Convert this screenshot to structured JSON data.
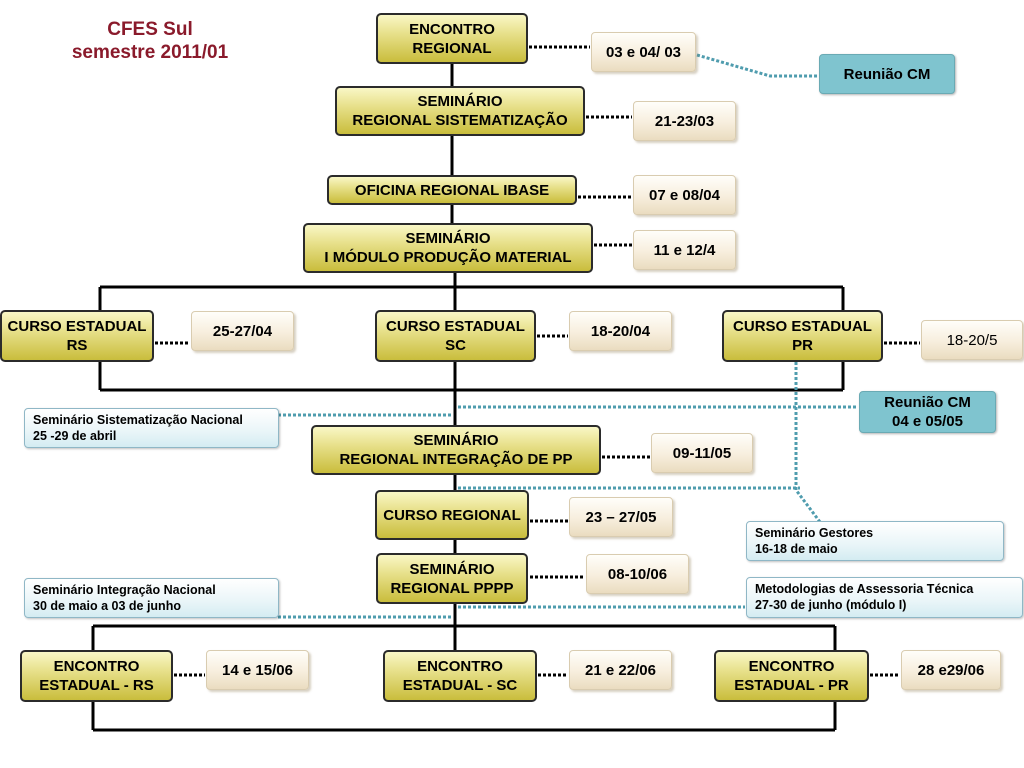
{
  "title": {
    "line1": "CFES Sul",
    "line2": "semestre 2011/01"
  },
  "steps": {
    "encontro_regional": [
      "ENCONTRO",
      "REGIONAL"
    ],
    "seminario_sistematizacao": [
      "SEMINÁRIO",
      "REGIONAL SISTEMATIZAÇÃO"
    ],
    "oficina": "OFICINA REGIONAL IBASE",
    "seminario_material": [
      "SEMINÁRIO",
      "I MÓDULO PRODUÇÃO MATERIAL"
    ],
    "curso_rs": [
      "CURSO ESTADUAL",
      "RS"
    ],
    "curso_sc": [
      "CURSO ESTADUAL",
      "SC"
    ],
    "curso_pr": [
      "CURSO ESTADUAL",
      "PR"
    ],
    "seminario_integracao": [
      "SEMINÁRIO",
      "REGIONAL INTEGRAÇÃO DE PP"
    ],
    "curso_regional": "CURSO REGIONAL",
    "seminario_pppp": [
      "SEMINÁRIO",
      "REGIONAL PPPP"
    ],
    "encontro_rs": [
      "ENCONTRO",
      "ESTADUAL - RS"
    ],
    "encontro_sc": [
      "ENCONTRO",
      "ESTADUAL - SC"
    ],
    "encontro_pr": [
      "ENCONTRO",
      "ESTADUAL - PR"
    ]
  },
  "dates": {
    "encontro_regional": "03 e 04/ 03",
    "seminario_sistematizacao": "21-23/03",
    "oficina": "07 e 08/04",
    "seminario_material": "11 e 12/4",
    "curso_rs": "25-27/04",
    "curso_sc": "18-20/04",
    "curso_pr": "18-20/5",
    "seminario_integracao": "09-11/05",
    "curso_regional": "23 – 27/05",
    "seminario_pppp": "08-10/06",
    "encontro_rs": "14  e 15/06",
    "encontro_sc": "21 e 22/06",
    "encontro_pr": "28 e29/06"
  },
  "meetings": {
    "reuniao_1": "Reunião CM",
    "reuniao_2": [
      "Reunião CM",
      "04 e 05/05"
    ]
  },
  "notes": {
    "sistematizacao_nacional": [
      "Seminário Sistematização Nacional",
      "25 -29 de abril"
    ],
    "gestores": [
      "Seminário Gestores",
      "16-18 de maio"
    ],
    "integracao_nacional": [
      "Seminário Integração Nacional",
      "30 de maio a 03 de junho"
    ],
    "metodologias": [
      "Metodologias de Assessoria Técnica",
      "27-30 de junho (módulo I)"
    ]
  },
  "colors": {
    "title": "#8a1a2b",
    "connector": "#000000",
    "dotted_teal": "#4f9cae",
    "meeting_fill": "#7fc4cf"
  }
}
